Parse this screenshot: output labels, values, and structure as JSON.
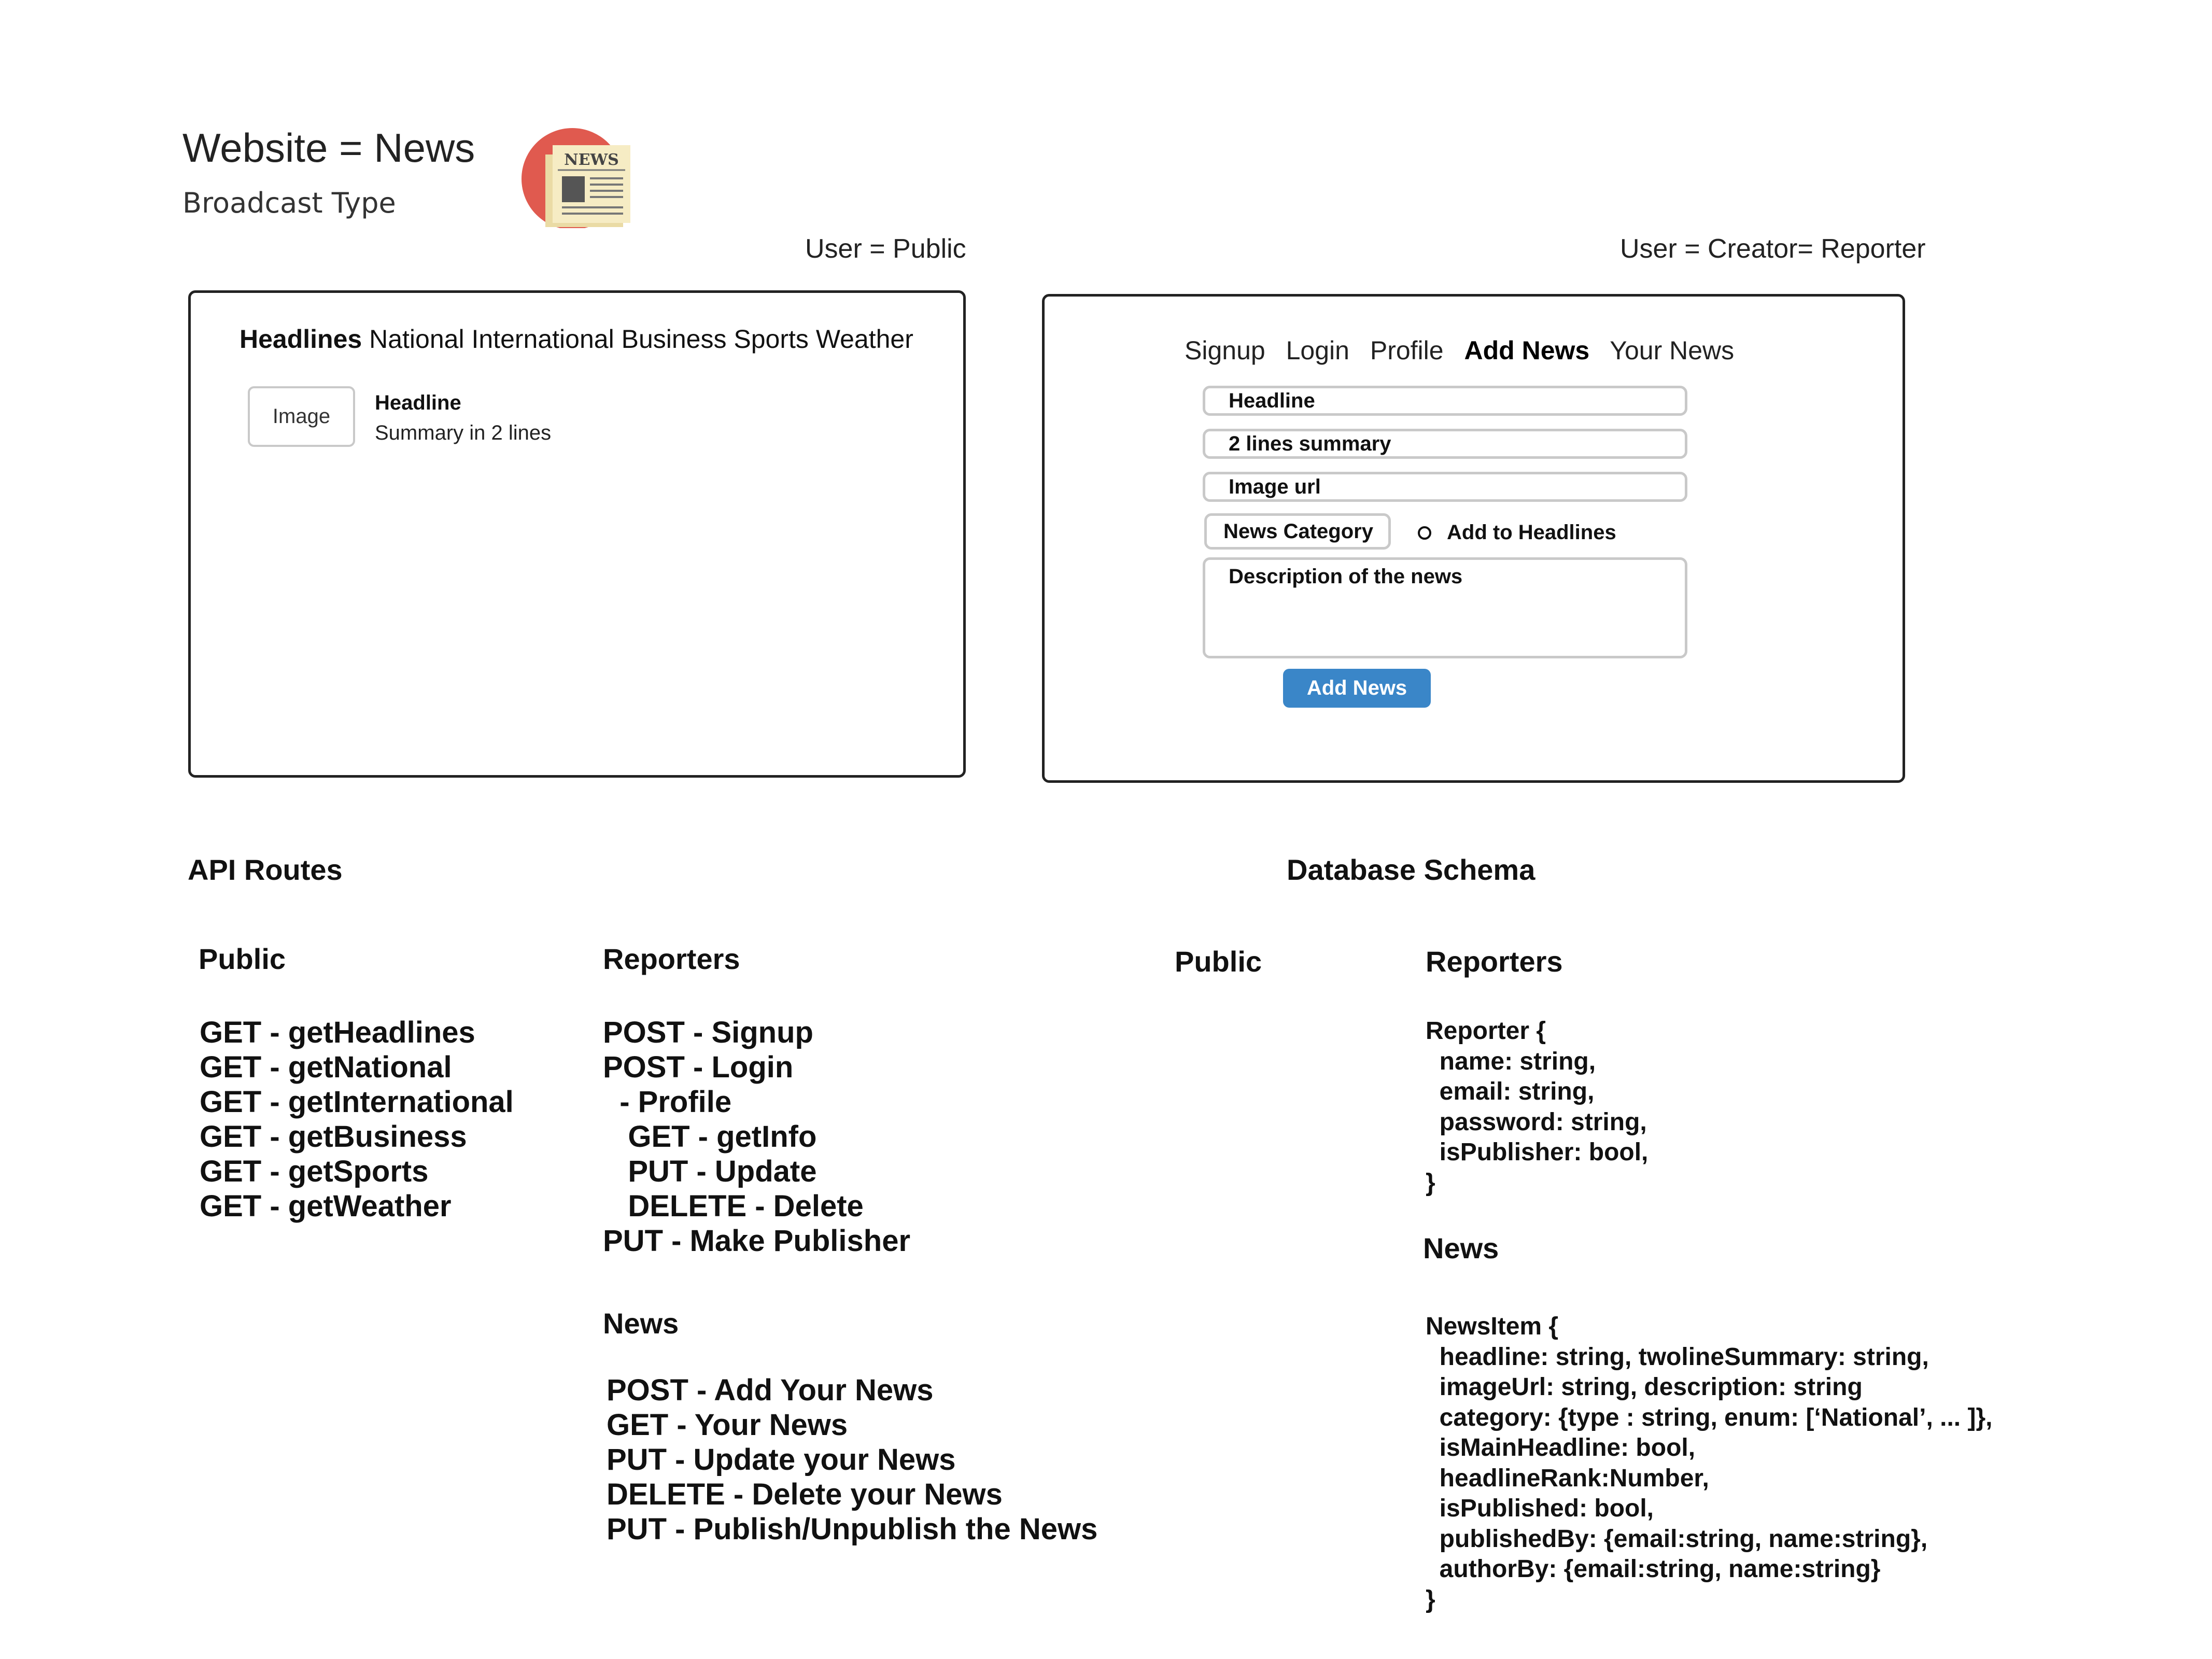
{
  "header": {
    "title": "Website = News",
    "subtitle": "Broadcast Type",
    "logo_text": "NEWS",
    "logo_colors": {
      "circle": "#e05a4f",
      "paper": "#f6ecc4",
      "paper_shadow": "#eadba5",
      "ink": "#555555"
    }
  },
  "public_view": {
    "user_label": "User = Public",
    "nav": [
      "Headlines",
      "National",
      "International",
      "Business",
      "Sports",
      "Weather"
    ],
    "card": {
      "image_label": "Image",
      "headline": "Headline",
      "summary": "Summary in 2 lines"
    }
  },
  "reporter_view": {
    "user_label": "User = Creator= Reporter",
    "nav": [
      "Signup",
      "Login",
      "Profile",
      "Add News",
      "Your News"
    ],
    "active_tab": "Add News",
    "form": {
      "headline": "Headline",
      "summary": "2 lines summary",
      "image_url": "Image url",
      "category": "News Category",
      "add_to_headlines": "Add to Headlines",
      "description": "Description of the news",
      "submit": "Add News",
      "button_color": "#3a86c8"
    }
  },
  "api": {
    "title": "API Routes",
    "public": {
      "heading": "Public",
      "routes": [
        "GET - getHeadlines",
        "GET - getNational",
        "GET - getInternational",
        "GET - getBusiness",
        "GET - getSports",
        "GET - getWeather"
      ]
    },
    "reporters": {
      "heading": "Reporters",
      "routes": [
        "POST - Signup",
        "POST - Login",
        "  - Profile",
        "   GET - getInfo",
        "   PUT - Update",
        "   DELETE - Delete",
        "PUT - Make Publisher"
      ]
    },
    "news": {
      "heading": "News",
      "routes": [
        "POST - Add Your News",
        "GET - Your News",
        "PUT - Update your News",
        "DELETE - Delete your News",
        "PUT - Publish/Unpublish the News"
      ]
    }
  },
  "database": {
    "title": "Database Schema",
    "public_heading": "Public",
    "reporters_heading": "Reporters",
    "reporter_schema": [
      "Reporter {",
      "  name: string,",
      "  email: string,",
      "  password: string,",
      "  isPublisher: bool,",
      "}"
    ],
    "news_heading": "News",
    "newsitem_schema": [
      "NewsItem {",
      "  headline: string, twolineSummary: string,",
      "  imageUrl: string, description: string",
      "  category: {type : string, enum: [‘National’, ... ]},",
      "  isMainHeadline: bool,",
      "  headlineRank:Number,",
      "  isPublished: bool,",
      "  publishedBy: {email:string, name:string},",
      "  authorBy: {email:string, name:string}",
      "}"
    ]
  }
}
